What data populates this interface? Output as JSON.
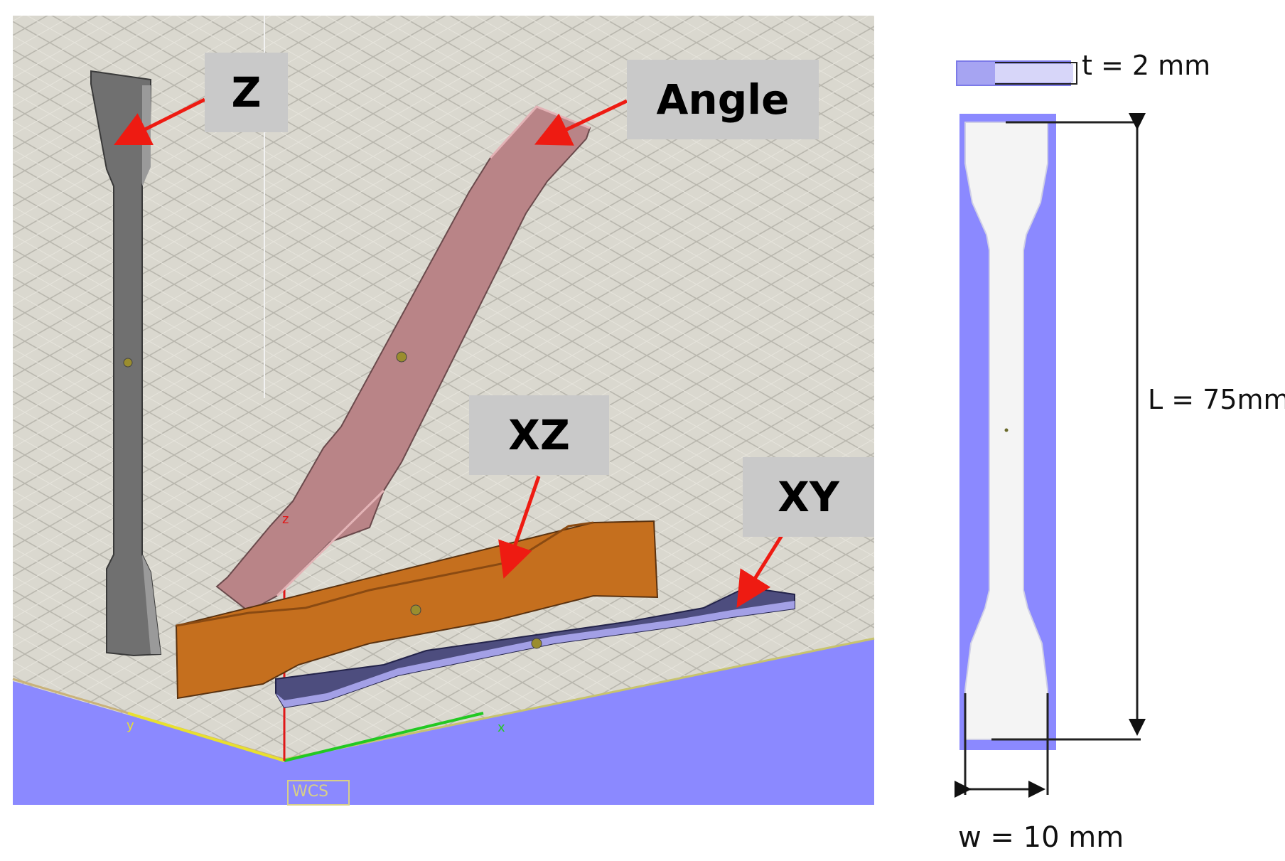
{
  "labels": {
    "z": "Z",
    "angle": "Angle",
    "xz": "XZ",
    "xy": "XY"
  },
  "axes": {
    "x": "x",
    "y": "y",
    "z": "z",
    "wcs": "WCS"
  },
  "dimensions": {
    "thickness": "t = 2 mm",
    "length": "L = 75mm",
    "width": "w = 10 mm"
  },
  "colors": {
    "grid_bg": "#d9d7ce",
    "floor": "#8b89ff",
    "z_specimen": "#6f6f6f",
    "angle_specimen": "#b98487",
    "xz_specimen": "#c56f1e",
    "xy_specimen": "#4d4d7e",
    "arrow": "#ee1b12",
    "label_bg": "#c9c9c9",
    "axis_x": "#22c922",
    "axis_y": "#e8e030",
    "axis_z": "#e01818"
  }
}
